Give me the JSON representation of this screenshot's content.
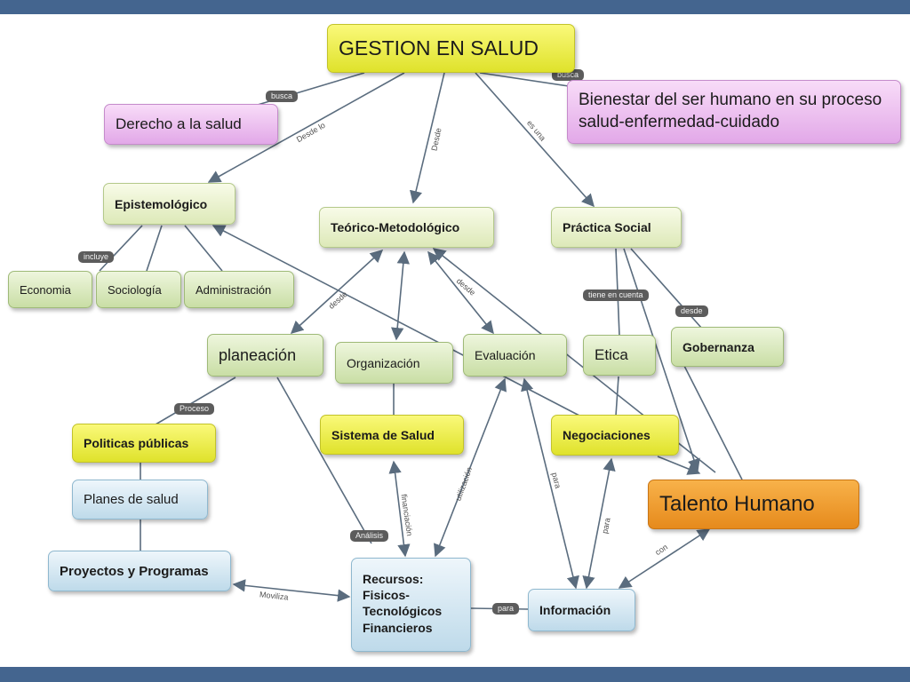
{
  "colors": {
    "frame_bar": "#44658f",
    "link": "#5a6c7e",
    "tag_bg": "#5c5c5c",
    "node_green": "#dde9b8",
    "node_yellow": "#dfe22b",
    "node_pink": "#e2a8e8",
    "node_blue": "#bedaea",
    "node_orange": "#e68a1c"
  },
  "nodes": {
    "gestion": "GESTION EN SALUD",
    "bienestar": "Bienestar del ser humano en su proceso salud-enfermedad-cuidado",
    "derecho": "Derecho a la salud",
    "epistemologico": "Epistemológico",
    "teorico": "Teórico-Metodológico",
    "practica": "Práctica Social",
    "economia": "Economia",
    "sociologia": "Sociología",
    "administracion": "Administración",
    "planeacion": "planeación",
    "organizacion": "Organización",
    "evaluacion": "Evaluación",
    "etica": "Etica",
    "gobernanza": "Gobernanza",
    "politicas": "Politicas públicas",
    "sistema": "Sistema de Salud",
    "negociaciones": "Negociaciones",
    "talento": "Talento Humano",
    "planes": "Planes de salud",
    "proyectos": "Proyectos y Programas",
    "recursos": "Recursos: Fisicos- Tecnológicos Financieros",
    "informacion": "Información"
  },
  "link_labels": {
    "busca_left": "busca",
    "busca_right": "busca",
    "desde_lo": "Desde lo",
    "desde_teorico": "Desde",
    "es_una": "es una",
    "incluye": "incluye",
    "desde_planeacion": "desde",
    "desde_evaluacion": "desde",
    "tiene_en_cuenta": "tiene en cuenta",
    "desde_gobernanza": "desde",
    "proceso": "Proceso",
    "analisis": "Análisis",
    "financiacion": "financiación",
    "utilizacion": "utilización",
    "para_evaluacion": "para",
    "para_negociaciones": "para",
    "con": "con",
    "moviliza": "Moviliza",
    "para_informacion": "para"
  }
}
